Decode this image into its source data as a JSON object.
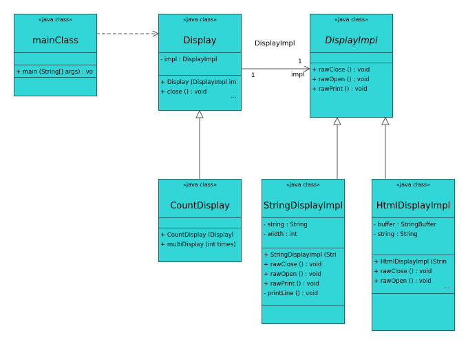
{
  "classes": {
    "mainClass": {
      "stereotype": "«java class»",
      "name": "mainClass",
      "attributes": [],
      "operations": [
        "+ main (String[] args) : vo"
      ]
    },
    "display": {
      "stereotype": "«java class»",
      "name": "Display",
      "attributes": [
        "- impl  : DisplayImpl"
      ],
      "operations": [
        "+ Display (DisplayImpl im",
        "+ close () : void"
      ],
      "more": "..."
    },
    "displayImpl": {
      "stereotype": "«java class»",
      "name": "DisplayImpl",
      "attributes": [],
      "operations": [
        "+ rawClose () : void",
        "+ rawOpen () : void",
        "+ rawPrint () : void"
      ]
    },
    "countDisplay": {
      "stereotype": "«java class»",
      "name": "CountDisplay",
      "attributes": [],
      "operations": [
        "+ CountDisplay (Displayl",
        "+ multiDisplay (int times)"
      ]
    },
    "stringDisplayImpl": {
      "stereotype": "«java class»",
      "name": "StringDisplayImpl",
      "attributes": [
        "- string  : String",
        "- width  : int"
      ],
      "operations": [
        "+ StringDisplayImpl (Stri",
        "+ rawClose () : void",
        "+ rawOpen () : void",
        "+ rawPrint () : void",
        "- printLine () : void"
      ]
    },
    "htmlDisplayImpl": {
      "stereotype": "«java class»",
      "name": "HtmlDisplayImpl",
      "attributes": [
        "- buffer  : StringBuffer",
        "- string  : String"
      ],
      "operations": [
        "+ HtmlDisplayImpl (Strin",
        "+ rawClose () : void",
        "+ rawOpen () : void"
      ],
      "more": "..."
    }
  },
  "association": {
    "name": "DisplayImpl",
    "source_multiplicity": "1",
    "target_multiplicity": "1",
    "target_role": "impl"
  }
}
